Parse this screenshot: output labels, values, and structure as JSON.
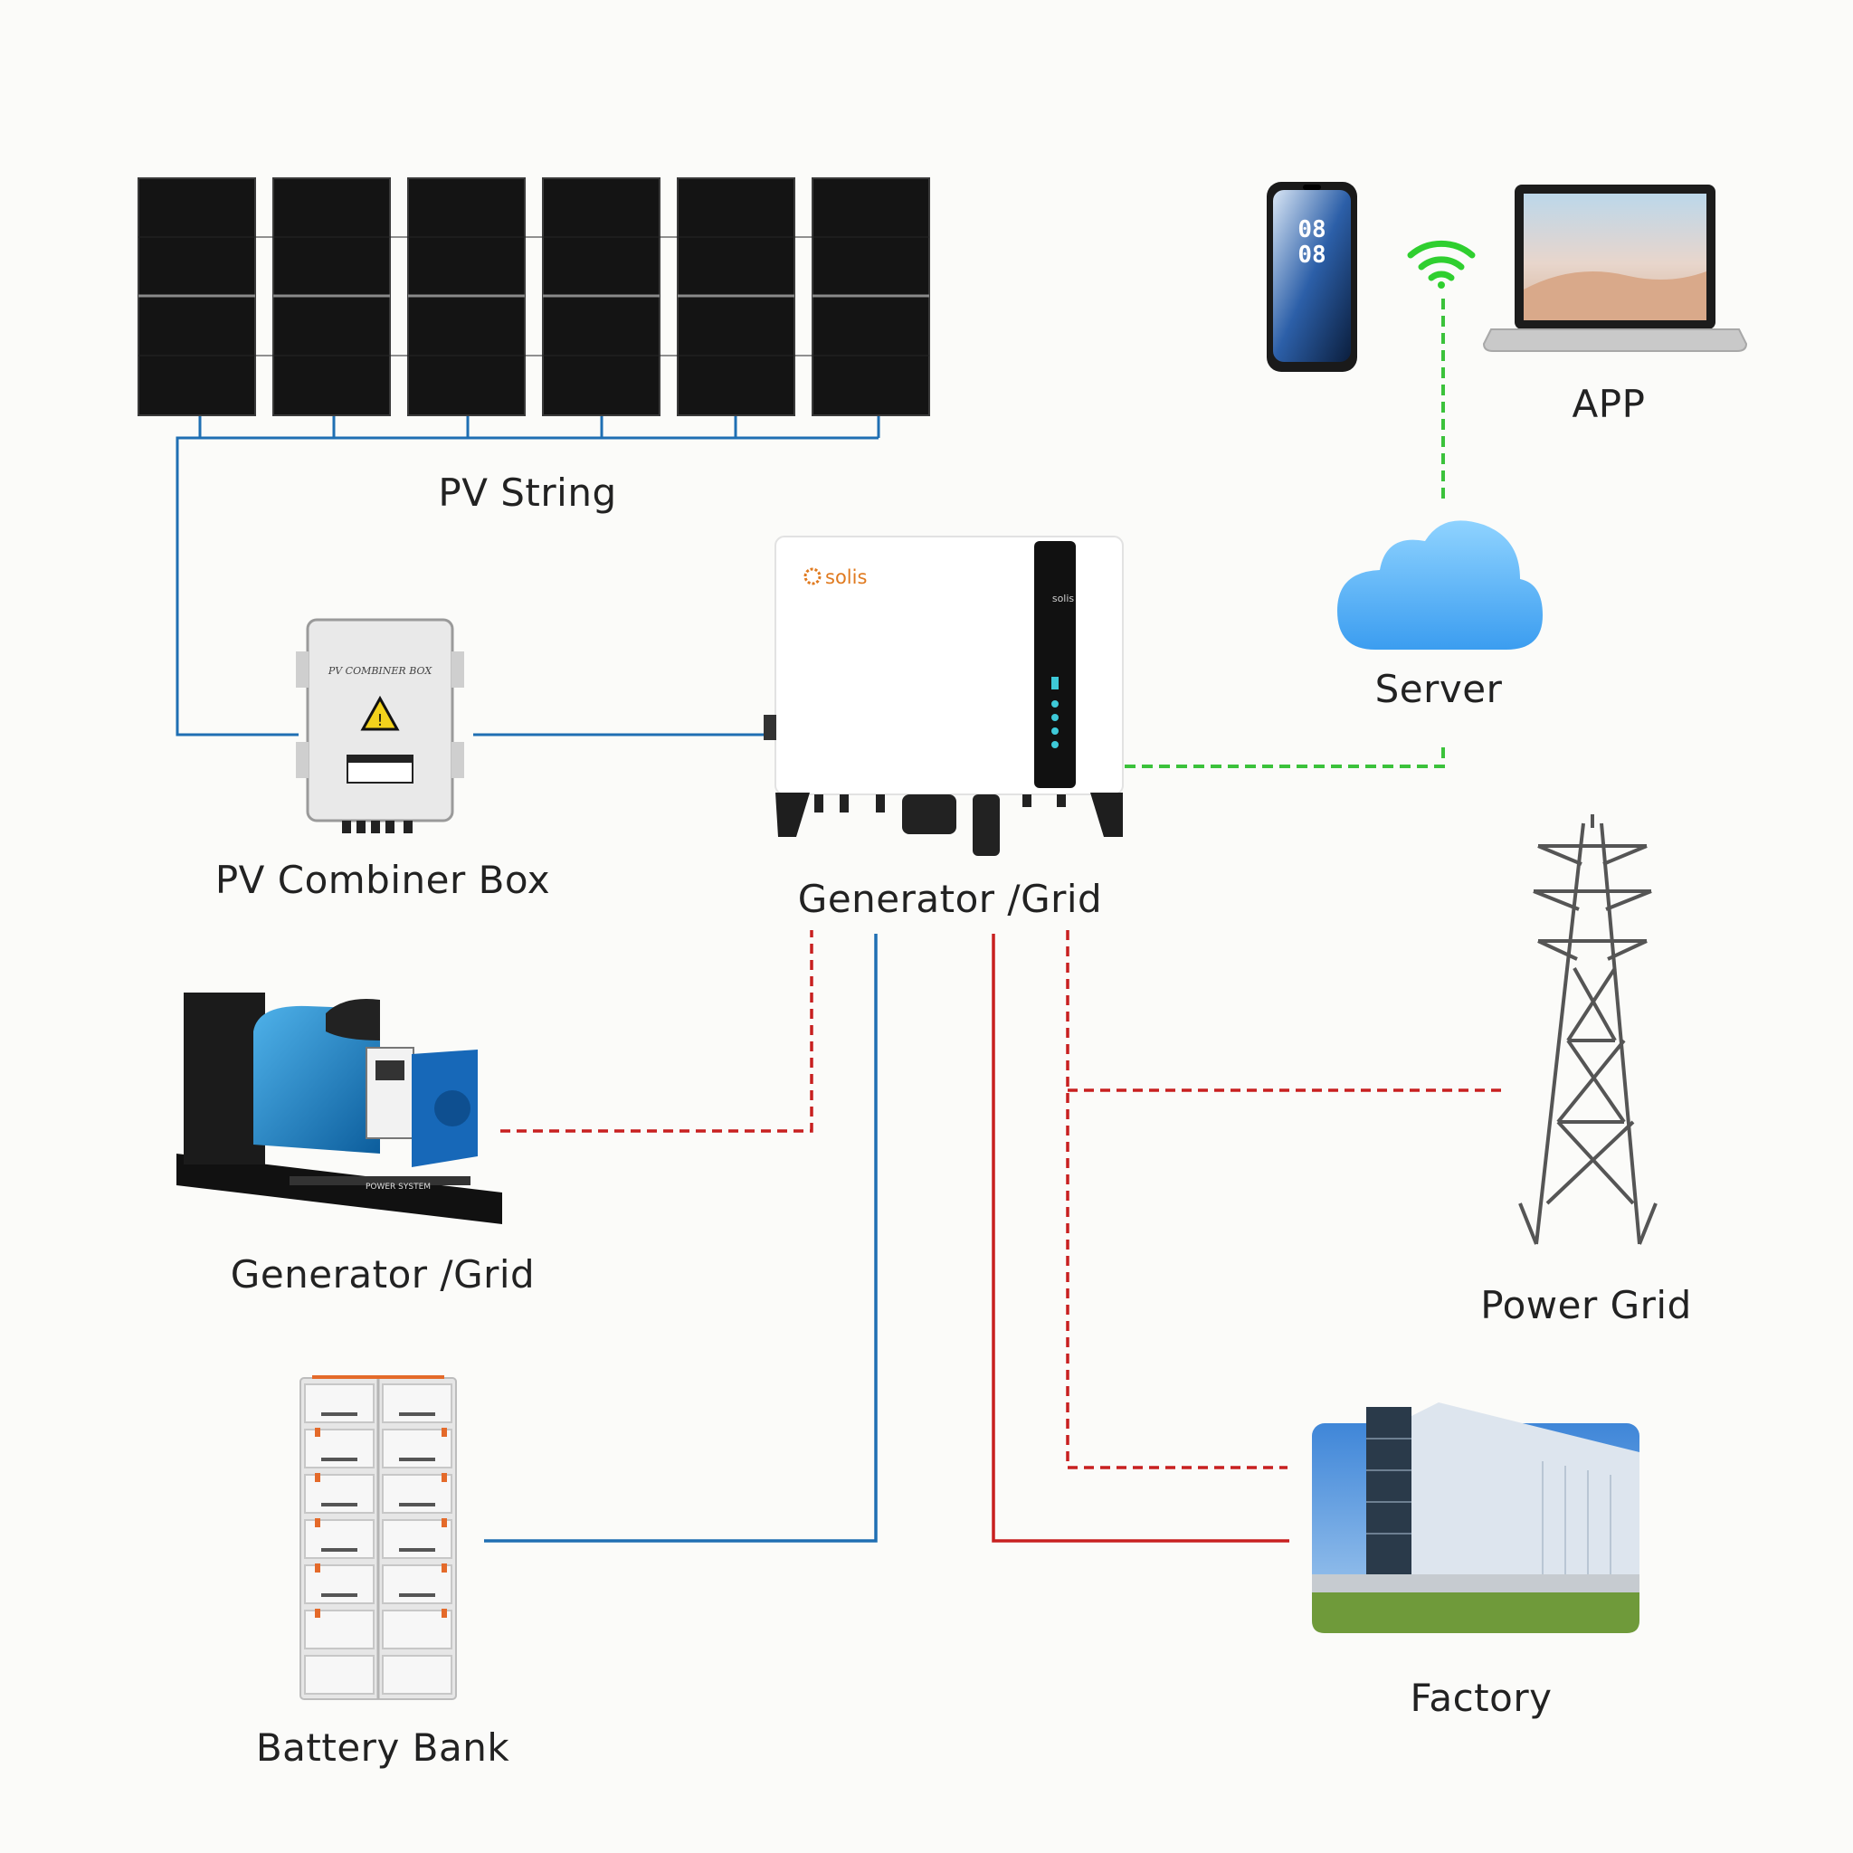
{
  "labels": {
    "pv_string": "PV String",
    "combiner": "PV Combiner Box",
    "inverter": "Generator /Grid",
    "generator": "Generator /Grid",
    "battery": "Battery Bank",
    "app": "APP",
    "server": "Server",
    "power_grid": "Power Grid",
    "factory": "Factory"
  },
  "brand": {
    "name": "solis",
    "color": "#e07a1f"
  },
  "phone": {
    "hours": "08",
    "minutes": "08"
  },
  "combiner_panel": {
    "title": "PV COMBINER BOX"
  },
  "generator_plate": {
    "text": "POWER SYSTEM"
  },
  "colors": {
    "dc_line": "#1f6fb3",
    "ac_line": "#c82020",
    "data_line": "#3bc23b",
    "wifi": "#2fcf2f",
    "cloud": "#4aaaf0"
  }
}
